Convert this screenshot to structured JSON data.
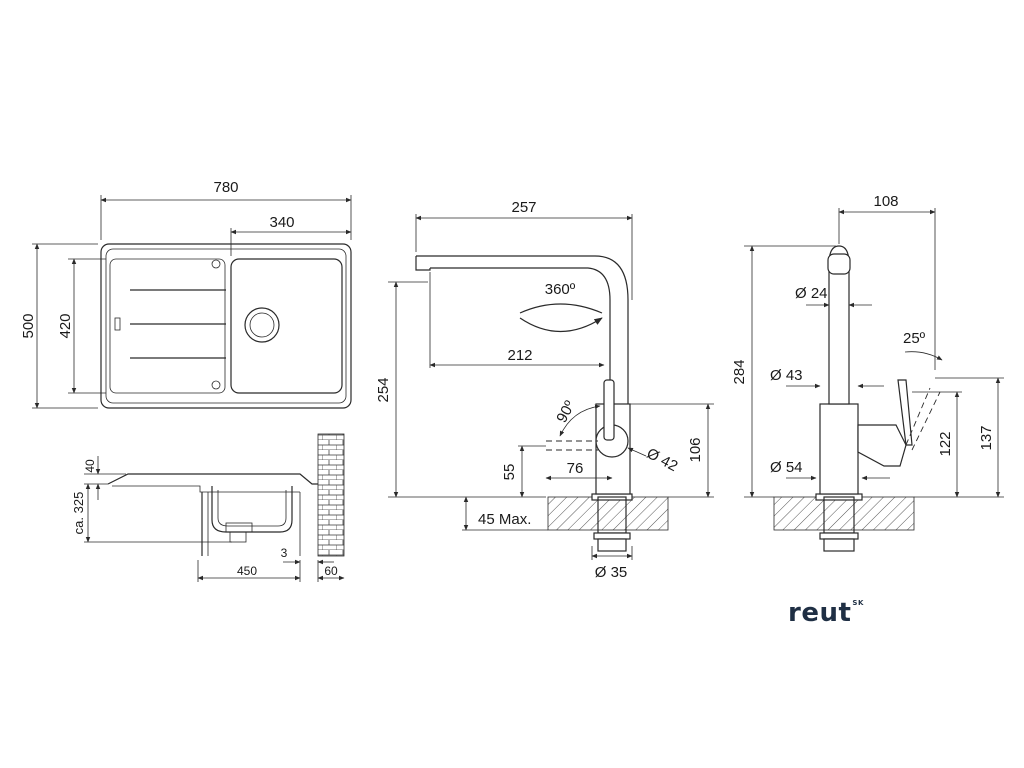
{
  "sink_top_view": {
    "width_label": "780",
    "bowl_width_label": "340",
    "outer_depth_label": "500",
    "inner_depth_label": "420"
  },
  "sink_section_view": {
    "rim_label": "40",
    "depth_label": "ca. 325",
    "cabinet_label": "450",
    "gap_label": "3",
    "wall_label": "60"
  },
  "faucet_side_view": {
    "reach_label": "257",
    "rotation_label": "360º",
    "spout_offset_label": "212",
    "height_label": "254",
    "lever_angle_label": "90º",
    "body_diameter_label": "Ø 42",
    "lever_reach_label": "76",
    "lever_height_label": "55",
    "base_height_label": "106",
    "worktop_label": "45 Max.",
    "hole_label": "Ø 35"
  },
  "faucet_front_view": {
    "reach_label": "108",
    "spout_diameter_label": "Ø 24",
    "height_label": "284",
    "handle_angle_label": "25º",
    "body_diameter_label": "Ø 43",
    "base_diameter_label": "Ø 54",
    "handle_height_label": "122",
    "total_handle_height_label": "137"
  },
  "brand": {
    "name": "reut",
    "superscript": "SK"
  }
}
